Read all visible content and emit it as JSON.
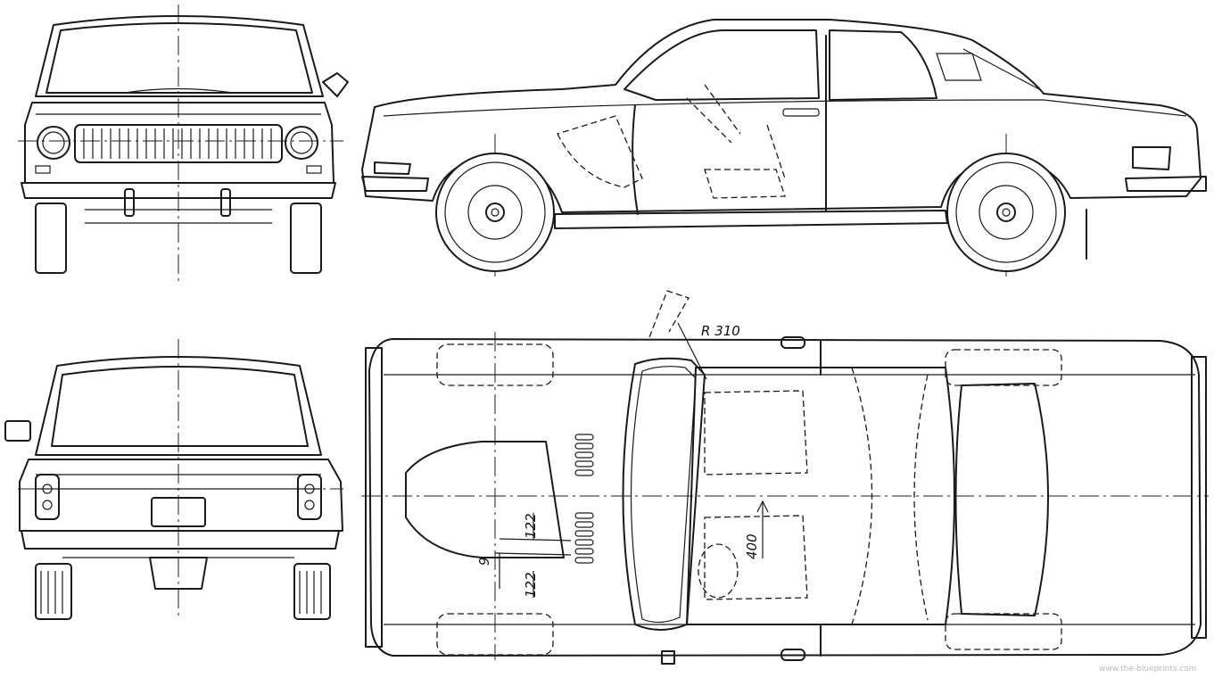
{
  "drawing": {
    "views": [
      "front",
      "side",
      "rear",
      "top"
    ],
    "dimensions": {
      "radius": "R 310",
      "length": "400",
      "offset_upper": "122",
      "offset_lower": "122",
      "small": "9"
    },
    "watermark": "www.the-blueprints.com"
  }
}
